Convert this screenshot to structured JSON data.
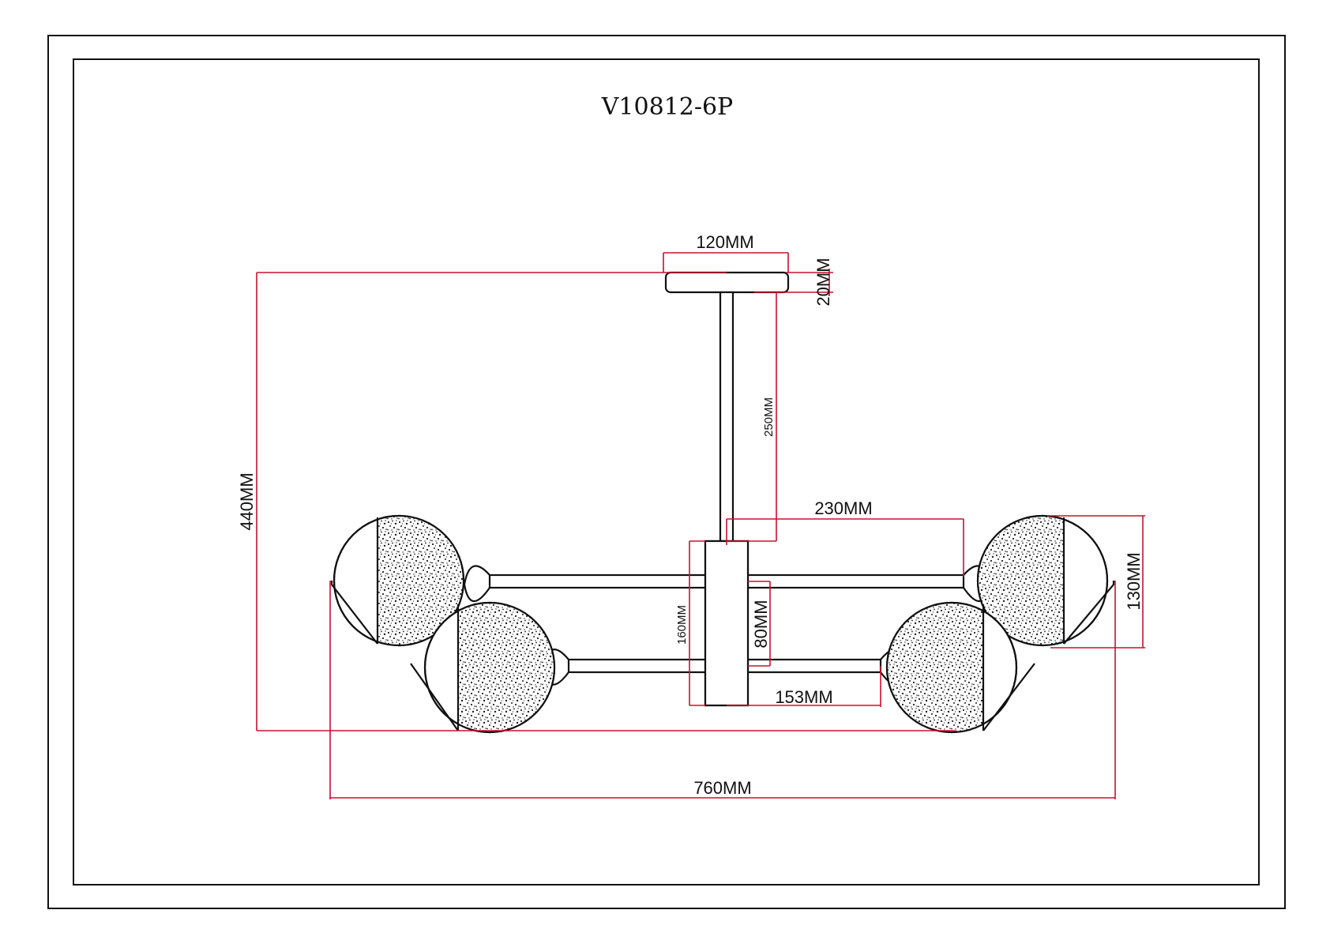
{
  "model": "V10812-6P",
  "dimensions": {
    "canopy_width": "120MM",
    "canopy_height": "20MM",
    "rod_length": "250MM",
    "overall_height": "440MM",
    "arm_reach": "230MM",
    "shade_height": "130MM",
    "body_height": "160MM",
    "arm_spacing": "80MM",
    "lower_arm": "153MM",
    "overall_width": "760MM"
  },
  "colors": {
    "dimension_line": "#c8102e",
    "outline": "#111111"
  }
}
